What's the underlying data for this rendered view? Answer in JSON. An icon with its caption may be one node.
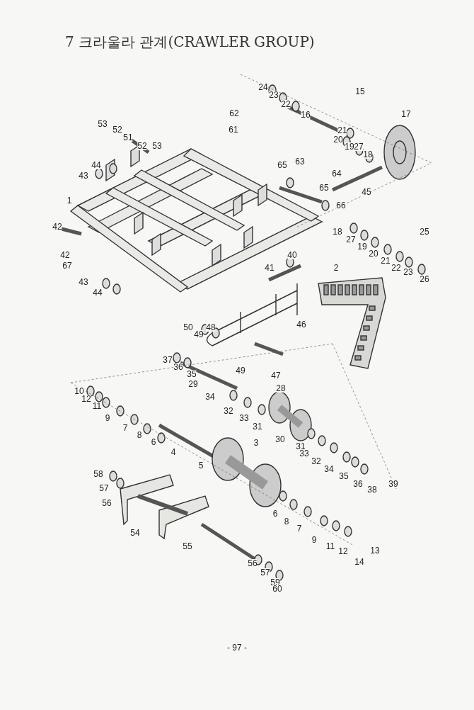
{
  "diagram": {
    "title": "7 크라울라 관계(CRAWLER GROUP)",
    "labels": [
      "24",
      "23",
      "22",
      "15",
      "16",
      "62",
      "17",
      "53",
      "52",
      "61",
      "21",
      "51",
      "20",
      "19",
      "27",
      "18",
      "52",
      "53",
      "44",
      "65",
      "63",
      "43",
      "64",
      "65",
      "45",
      "1",
      "66",
      "42",
      "25",
      "18",
      "27",
      "19",
      "20",
      "21",
      "22",
      "23",
      "26",
      "40",
      "42",
      "41",
      "2",
      "67",
      "43",
      "44",
      "50",
      "49",
      "48",
      "46",
      "37",
      "36",
      "35",
      "49",
      "47",
      "29",
      "28",
      "10",
      "12",
      "11",
      "34",
      "32",
      "33",
      "9",
      "31",
      "7",
      "30",
      "8",
      "31",
      "6",
      "33",
      "4",
      "3",
      "32",
      "34",
      "35",
      "5",
      "39",
      "36",
      "38",
      "58",
      "57",
      "56",
      "6",
      "8",
      "7",
      "54",
      "9",
      "11",
      "12",
      "13",
      "55",
      "14",
      "56",
      "57",
      "59",
      "60",
      "- 97 -"
    ]
  }
}
